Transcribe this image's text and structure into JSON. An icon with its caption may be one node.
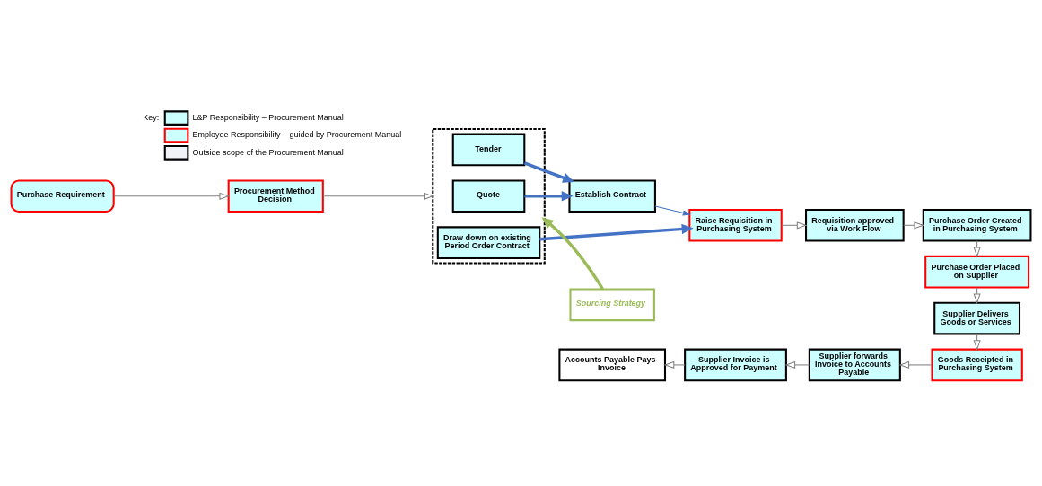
{
  "diagram": {
    "nodes": [
      {
        "text": [
          "Purchase Requirement"
        ]
      },
      {
        "text": [
          "Procurement Method Decision"
        ]
      },
      {
        "text": [],
        "shape": "box"
      },
      {
        "text": [
          "Tender"
        ],
        "in": 2
      },
      {
        "text": [
          "Quote"
        ],
        "in": 2
      },
      {
        "text": [
          "Draw down on existing Period Order Contract"
        ],
        "in": 2
      },
      {
        "text": [
          "Establish Contract"
        ]
      },
      {
        "text": [
          "Raise Requisition in Purchasing System"
        ]
      },
      {
        "text": [
          "Requisition approved via Work Flow"
        ]
      },
      {
        "text": [
          "Purchase Order Created in Purchasing System"
        ]
      },
      {
        "text": [
          "Purchase Order Placed on Supplier"
        ]
      },
      {
        "text": [
          "Supplier Delivers Goods or Services"
        ]
      },
      {
        "text": [
          "Goods Receipted in Purchasing System"
        ]
      },
      {
        "text": [
          "Supplier forwards Invoice to Accounts Payable"
        ]
      },
      {
        "text": [
          "Supplier Invoice is Approved for Payment"
        ]
      },
      {
        "text": [
          "Accounts Payable Pays Invoice"
        ]
      },
      {
        "text": [
          "Sourcing Strategy"
        ]
      }
    ],
    "edges": [
      {
        "from": 0,
        "to": 1,
        "arrow": "to"
      },
      {
        "from": 1,
        "to": 2,
        "arrow": "to"
      },
      {
        "from": 3,
        "to": 6,
        "arrow": "to",
        "style": "thick",
        "color": "#4472c4"
      },
      {
        "from": 4,
        "to": 6,
        "arrow": "to",
        "style": "thick",
        "color": "#4472c4"
      },
      {
        "from": 5,
        "to": 7,
        "arrow": "to",
        "style": "thick",
        "color": "#4472c4"
      },
      {
        "from": 6,
        "to": 7,
        "arrow": "to",
        "color": "#4472c4"
      },
      {
        "from": 7,
        "to": 8,
        "arrow": "to"
      },
      {
        "from": 8,
        "to": 9,
        "arrow": "to"
      },
      {
        "from": 9,
        "to": 10,
        "arrow": "to"
      },
      {
        "from": 10,
        "to": 11,
        "arrow": "to"
      },
      {
        "from": 11,
        "to": 12,
        "arrow": "to"
      },
      {
        "from": 12,
        "to": 13,
        "arrow": "to"
      },
      {
        "from": 13,
        "to": 14,
        "arrow": "to"
      },
      {
        "from": 14,
        "to": 15,
        "arrow": "to"
      },
      {
        "from": 16,
        "to": 2,
        "arrow": "to",
        "style": "thick",
        "color": "#9bbb59"
      }
    ],
    "labels": [
      "Key:"
    ],
    "legend": [
      {
        "text": "L&P Responsibility – Procurement Manual",
        "color": "#ccffff"
      },
      {
        "text": "Employee Responsibility – guided by Procurement Manual",
        "color": "#ccffff"
      },
      {
        "text": "Outside scope of the Procurement Manual",
        "color": "#f0f2f8"
      }
    ]
  }
}
